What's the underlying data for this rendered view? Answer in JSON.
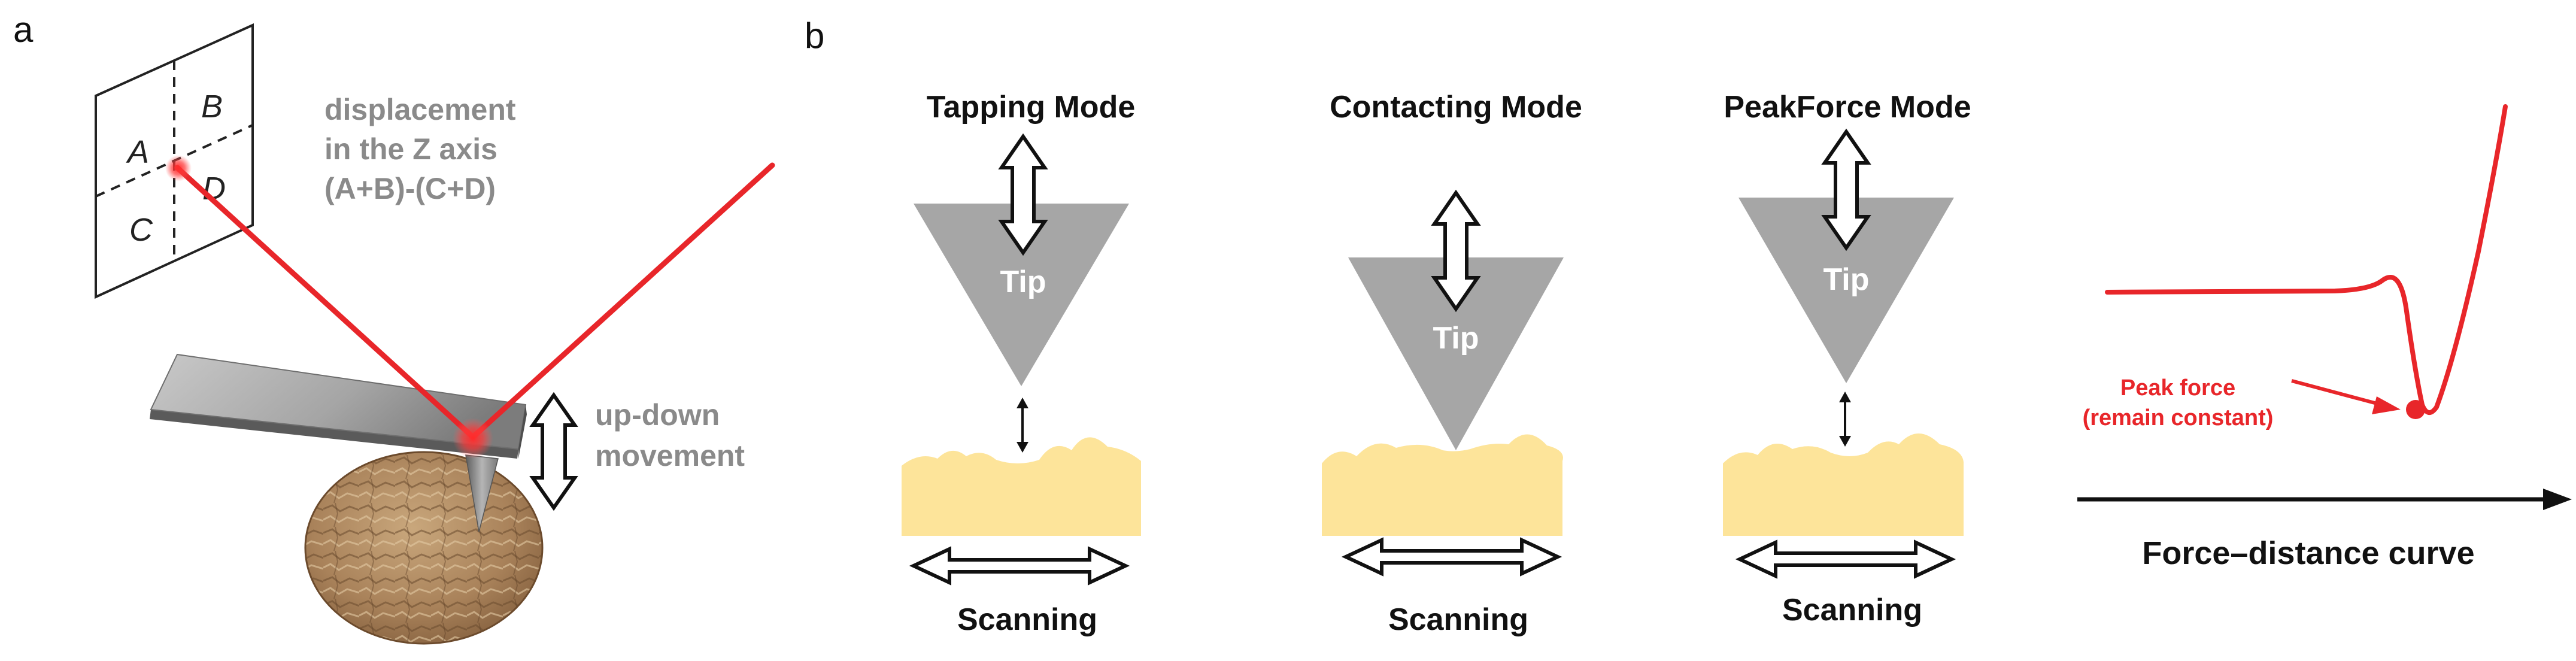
{
  "panel_a": {
    "label": "a",
    "quadrants": [
      "A",
      "B",
      "C",
      "D"
    ],
    "detector_text": [
      "displacement",
      "in the Z axis",
      "(A+B)-(C+D)"
    ],
    "movement_text": [
      "up-down",
      "movement"
    ]
  },
  "panel_b": {
    "label": "b",
    "modes": [
      {
        "title": "Tapping Mode",
        "tip": "Tip",
        "scan": "Scanning"
      },
      {
        "title": "Contacting Mode",
        "tip": "Tip",
        "scan": "Scanning"
      },
      {
        "title": "PeakForce Mode",
        "tip": "Tip",
        "scan": "Scanning"
      }
    ],
    "curve": {
      "annotation": [
        "Peak force",
        "(remain constant)"
      ],
      "axis_label": "Force–distance curve"
    }
  },
  "colors": {
    "laser": "#e8262a",
    "tip": "#a6a6a6",
    "sample": "#fde49a",
    "gray_text": "#8a8a8a"
  }
}
